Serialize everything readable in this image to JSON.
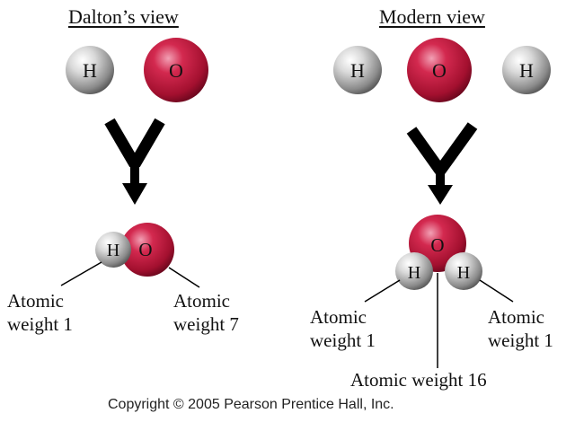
{
  "diagram": {
    "left": {
      "title": "Dalton’s view",
      "atoms_top": [
        "H",
        "O"
      ],
      "molecule_atoms": [
        "H",
        "O"
      ],
      "label_h": [
        "Atomic",
        "weight 1"
      ],
      "label_o": [
        "Atomic",
        "weight 7"
      ]
    },
    "right": {
      "title": "Modern view",
      "atoms_top": [
        "H",
        "O",
        "H"
      ],
      "molecule_atoms": [
        "O",
        "H",
        "H"
      ],
      "label_h_left": [
        "Atomic",
        "weight 1"
      ],
      "label_h_right": [
        "Atomic",
        "weight 1"
      ],
      "label_o": "Atomic weight 16"
    },
    "copyright": "Copyright © 2005 Pearson Prentice Hall, Inc."
  },
  "colors": {
    "oxygen": "#b0123c",
    "hydrogen": "#9a9a9a",
    "arrow": "#000000",
    "text": "#111111"
  },
  "icons": {
    "arrow": "y-shaped-merge-arrow"
  }
}
